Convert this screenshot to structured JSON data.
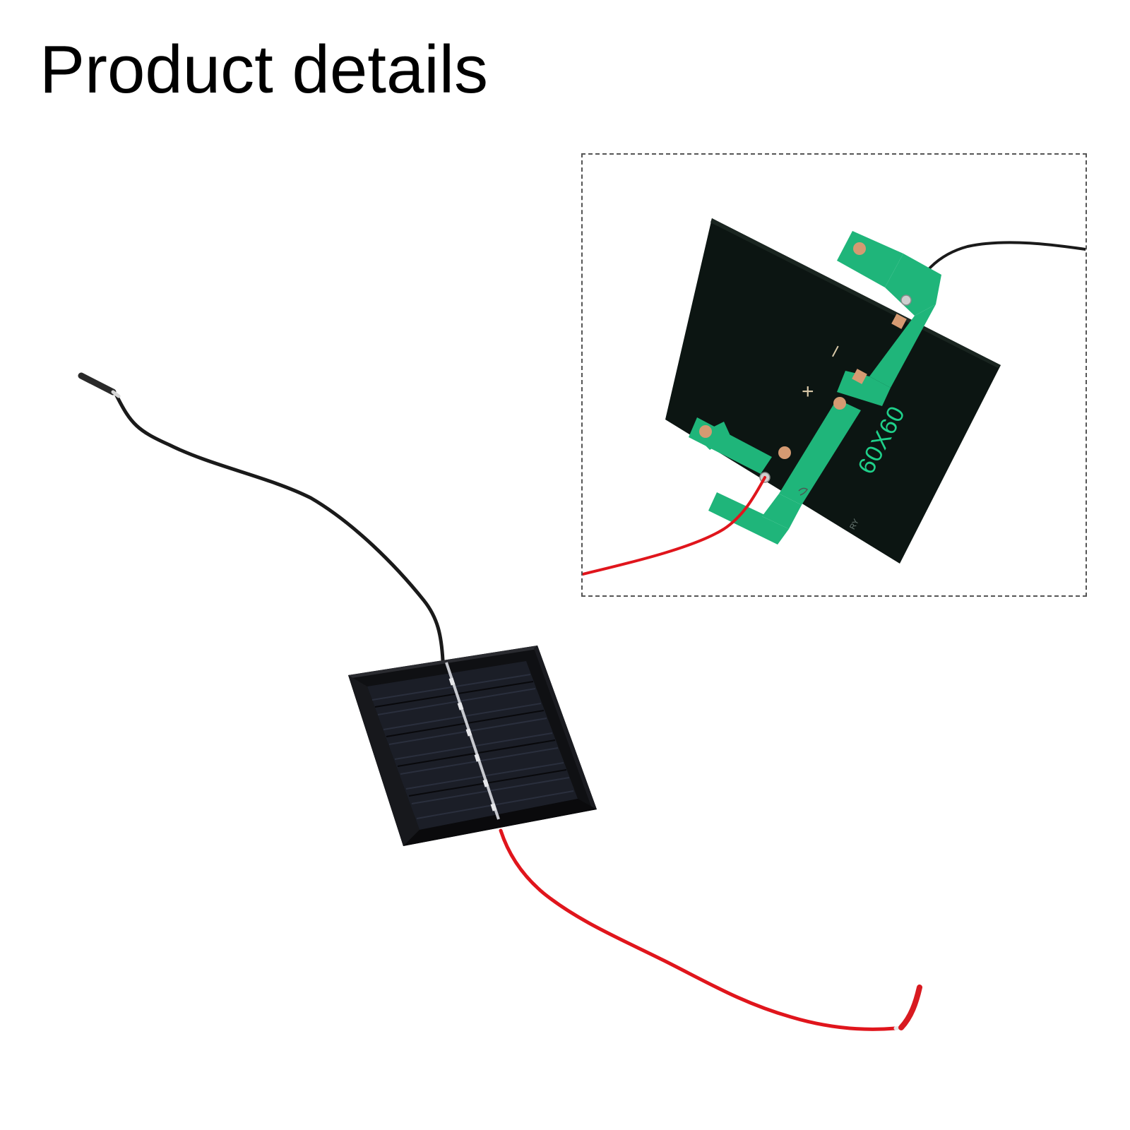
{
  "page": {
    "title": "Product details"
  },
  "inset": {
    "panel_label": "60X60",
    "plus_sign": "+",
    "minus_sign": "–",
    "maker_mark": "RY"
  },
  "colors": {
    "panel_back": "#0c1512",
    "pcb_strip": "#1fb57a",
    "copper_pad": "#d59a72",
    "wire_positive": "#e0151c",
    "wire_negative": "#1a1a1a",
    "panel_front": "#15171c",
    "inset_border": "#555555"
  }
}
